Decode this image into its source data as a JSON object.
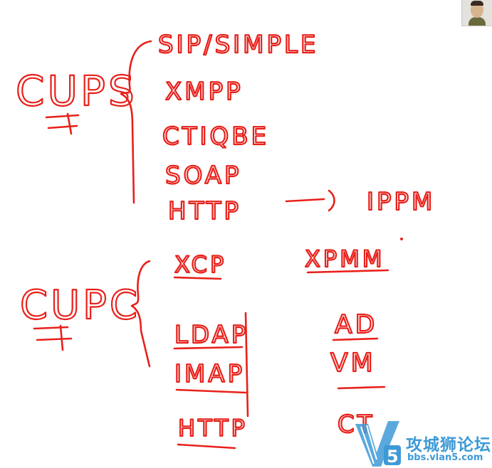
{
  "cups": {
    "title": "CUPS",
    "protocols": [
      "SIP/SIMPLE",
      "XMPP",
      "CTIQBE",
      "SOAP",
      "HTTP"
    ],
    "arrow_target": "IPPM"
  },
  "cupc": {
    "title": "CUPC",
    "left_items": [
      "XCP",
      "LDAP",
      "IMAP",
      "HTTP"
    ],
    "right_items": [
      "XPMM",
      "AD",
      "VM",
      "CT"
    ]
  },
  "watermark": {
    "name": "攻城狮论坛",
    "url": "bbs.vlan5.com",
    "logo_text": "V5"
  },
  "colors": {
    "ink": "#e8201a",
    "watermark": "#3e9ad6"
  }
}
